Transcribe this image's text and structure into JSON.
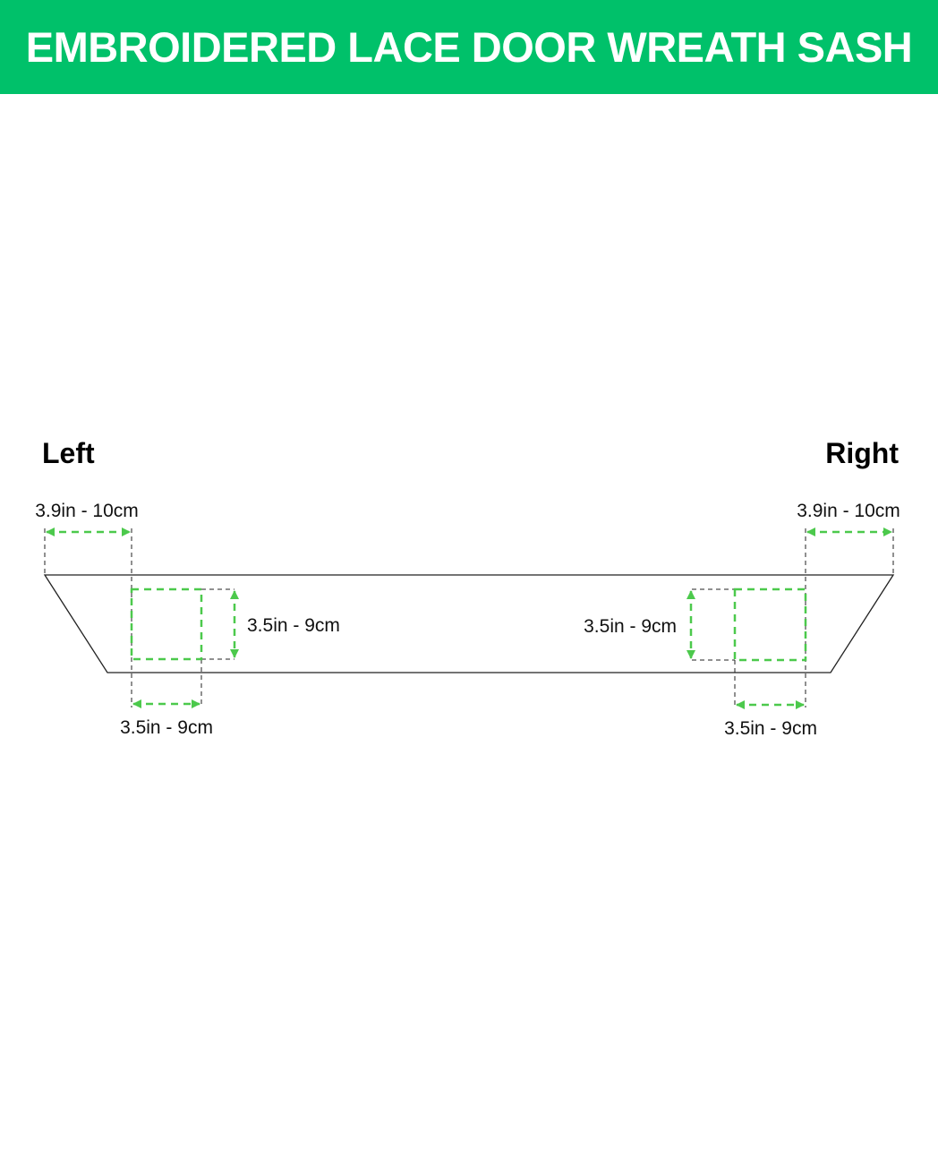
{
  "header": {
    "title": "EMBROIDERED LACE DOOR WREATH SASH",
    "background": "#00c16a",
    "text_color": "#ffffff"
  },
  "diagram": {
    "accent_color": "#4cc94c",
    "outline_color": "#222222",
    "left": {
      "side_label": "Left",
      "edge_offset": "3.9in - 10cm",
      "square_height": "3.5in - 9cm",
      "square_width": "3.5in - 9cm"
    },
    "right": {
      "side_label": "Right",
      "edge_offset": "3.9in - 10cm",
      "square_height": "3.5in - 9cm",
      "square_width": "3.5in - 9cm"
    }
  }
}
